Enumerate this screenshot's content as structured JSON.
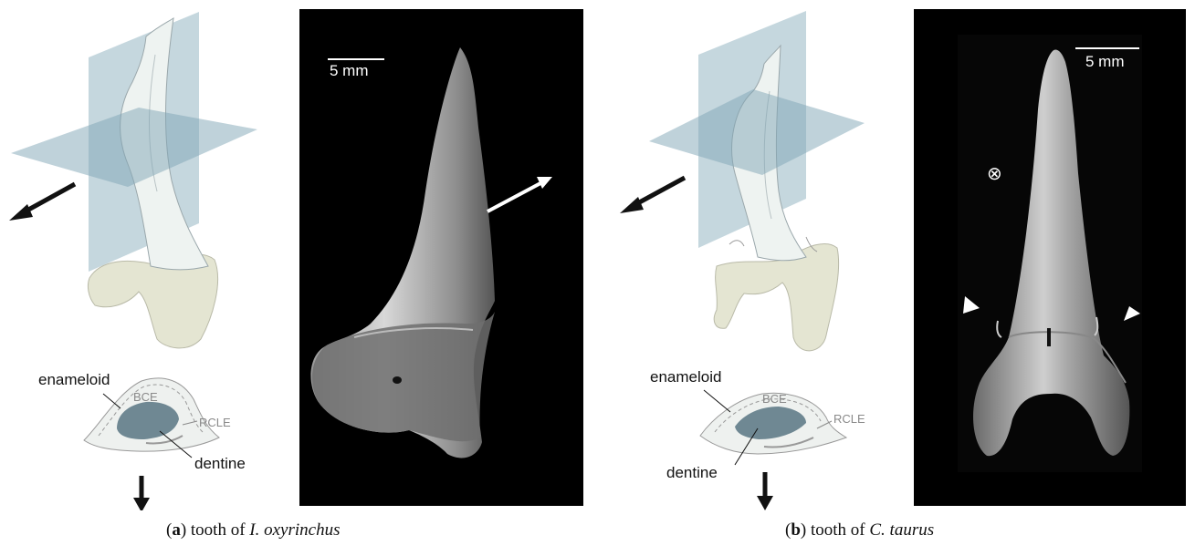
{
  "panel_a": {
    "caption_paren_open": "(",
    "caption_letter": "a",
    "caption_paren_close": ")",
    "caption_prefix": " tooth of ",
    "caption_species": "I. oxyrinchus",
    "scale_label": "5 mm",
    "labels": {
      "enameloid": "enameloid",
      "bce": "BCE",
      "rcle": "RCLE",
      "dentine": "dentine"
    }
  },
  "panel_b": {
    "caption_paren_open": "(",
    "caption_letter": "b",
    "caption_paren_close": ")",
    "caption_prefix": " tooth of ",
    "caption_species": "C. taurus",
    "scale_label": "5 mm",
    "labels": {
      "enameloid": "enameloid",
      "bce": "BCE",
      "rcle": "RCLE",
      "dentine": "dentine"
    },
    "out_of_plane_symbol": "⊗"
  },
  "colors": {
    "plane": "#7fa6b6",
    "tooth_fill": "#eef3f1",
    "root_fill": "#e4e5d2",
    "dentine_fill": "#6f8893",
    "photo_bg": "#000000"
  }
}
